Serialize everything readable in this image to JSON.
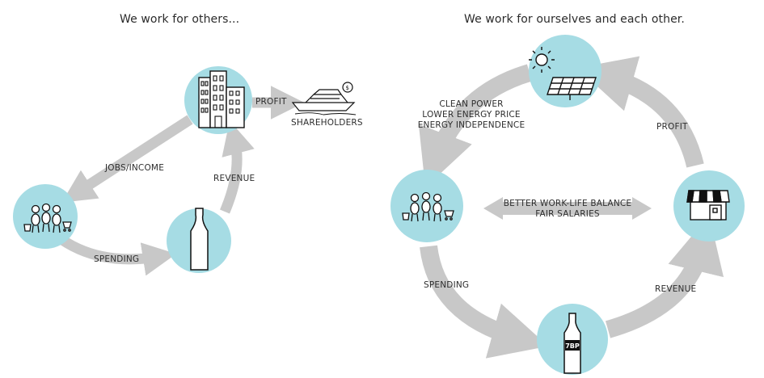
{
  "left": {
    "heading": "We work for others...",
    "labels": {
      "profit": "PROFIT",
      "shareholders": "SHAREHOLDERS",
      "jobs_income": "JOBS/INCOME",
      "revenue": "REVENUE",
      "spending": "SPENDING"
    },
    "icons": [
      "office-buildings-icon",
      "yacht-icon",
      "people-shopping-icon",
      "bottle-icon"
    ]
  },
  "right": {
    "heading": "We work for ourselves and each other.",
    "labels": {
      "energy_line1": "CLEAN POWER",
      "energy_line2": "LOWER ENERGY PRICE",
      "energy_line3": "ENERGY INDEPENDENCE",
      "profit": "PROFIT",
      "center_line1": "BETTER WORK-LIFE BALANCE",
      "center_line2": "FAIR SALARIES",
      "spending": "SPENDING",
      "revenue": "REVENUE",
      "bottle_text": "7BP"
    },
    "icons": [
      "solar-panel-icon",
      "store-icon",
      "people-shopping-icon",
      "bottle-icon"
    ]
  },
  "colors": {
    "circle": "#a6dce4",
    "arrow": "#c8c8c8",
    "ink": "#111111"
  }
}
